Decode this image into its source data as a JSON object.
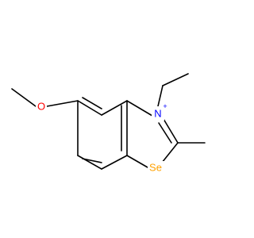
{
  "molecule": {
    "atoms": {
      "oxygen": {
        "symbol": "O",
        "color": "#ff0000"
      },
      "nitrogen": {
        "symbol": "N",
        "charge": "+",
        "color": "#0000ff"
      },
      "selenium": {
        "symbol": "Se",
        "color": "#ffa100"
      }
    },
    "bond_color": "#000000"
  }
}
